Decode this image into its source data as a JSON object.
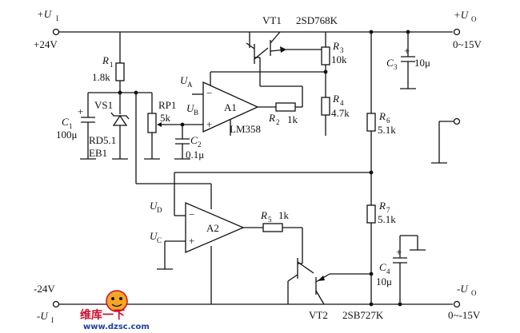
{
  "labels": {
    "ui_pos": "+U",
    "ui_pos_sub": "I",
    "v24_pos": "+24V",
    "ui_neg": "-U",
    "ui_neg_sub": "I",
    "v24_neg": "-24V",
    "uo_pos": "+U",
    "uo_pos_sub": "O",
    "uo_pos_range": "0~15V",
    "uo_neg": "-U",
    "uo_neg_sub": "O",
    "uo_neg_range": "0~-15V",
    "vt1": "VT1",
    "vt1_part": "2SD768K",
    "vt2": "VT2",
    "vt2_part": "2SB727K",
    "r1": "R",
    "r1_sub": "1",
    "r1_val": "1.8k",
    "r2": "R",
    "r2_sub": "2",
    "r2_val": "1k",
    "r3": "R",
    "r3_sub": "3",
    "r3_val": "10k",
    "r4": "R",
    "r4_sub": "4",
    "r4_val": "4.7k",
    "r5": "R",
    "r5_sub": "5",
    "r5_val": "1k",
    "r6": "R",
    "r6_sub": "6",
    "r6_val": "5.1k",
    "r7": "R",
    "r7_sub": "7",
    "r7_val": "5.1k",
    "rp1": "RP1",
    "rp1_val": "5k",
    "c1": "C",
    "c1_sub": "1",
    "c1_val": "100μ",
    "c2": "C",
    "c2_sub": "2",
    "c2_val": "0.1μ",
    "c3": "C",
    "c3_sub": "3",
    "c3_val": "10μ",
    "c4": "C",
    "c4_sub": "4",
    "c4_val": "10μ",
    "vs1": "VS1",
    "vs1_part1": "RD5.1",
    "vs1_part2": "EB1",
    "a1": "A1",
    "a1_part": "LM358",
    "a2": "A2",
    "ua": "U",
    "ua_sub": "A",
    "ub": "U",
    "ub_sub": "B",
    "ud": "U",
    "ud_sub": "D",
    "uc": "U",
    "uc_sub": "C",
    "plus": "+",
    "minus": "−"
  },
  "watermark": {
    "brand": "维库一下",
    "url": "www.dzsc.com"
  }
}
